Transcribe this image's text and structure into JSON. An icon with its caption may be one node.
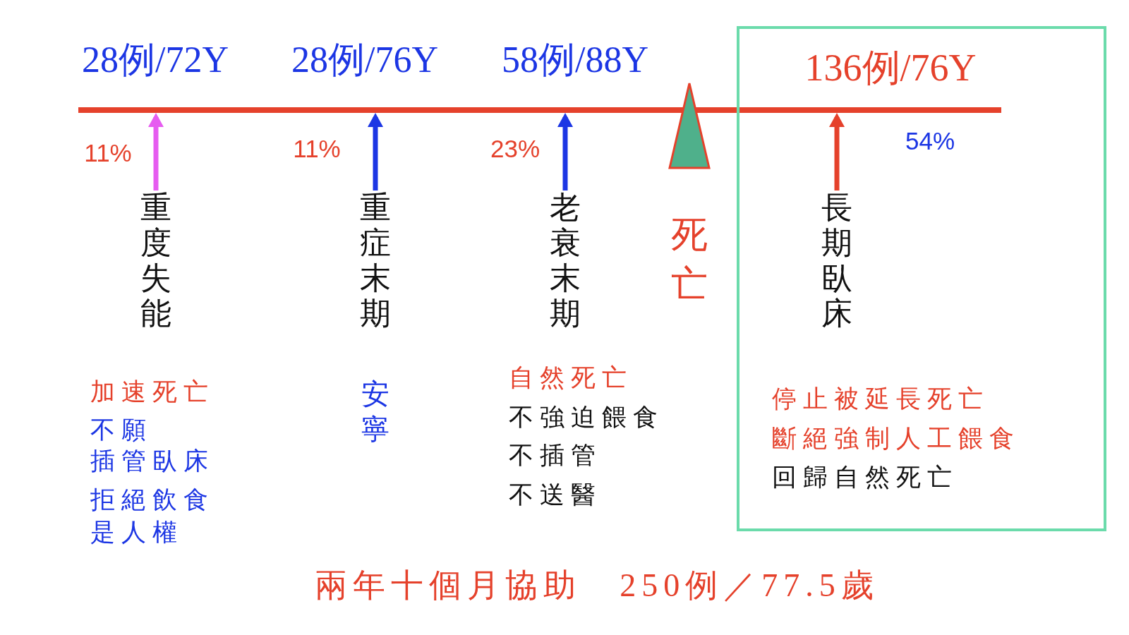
{
  "diagram": {
    "caption": "兩年十個月協助　250例／77.5歲",
    "nodes": [
      {
        "text": [],
        "shape": "bar"
      },
      {
        "text": [
          "重度失能"
        ]
      },
      {
        "text": [
          "重症末期"
        ]
      },
      {
        "text": [
          "老衰末期"
        ]
      },
      {
        "text": [
          "136例/76Y",
          "54%",
          "停止被延長死亡",
          "斷絕強制人工餵食",
          "回歸自然死亡"
        ]
      },
      {
        "text": [
          "長期臥床"
        ],
        "in": 4
      }
    ],
    "edges": [
      {
        "from": 1,
        "to": 0,
        "arrow": "to",
        "color": "#e65cf0"
      },
      {
        "from": 2,
        "to": 0,
        "arrow": "to"
      },
      {
        "from": 3,
        "to": 0,
        "arrow": "to"
      },
      {
        "from": 5,
        "to": 0,
        "arrow": "to",
        "color": "#e5412b"
      }
    ],
    "labels": [
      "28例/72Y",
      "28例/76Y",
      "58例/88Y",
      "11%",
      "11%",
      "23%",
      "死亡",
      "加速死亡",
      "不願插管臥床",
      "拒絕飲食是人權",
      "安寧",
      "自然死亡",
      "不強迫餵食",
      "不插管",
      "不送醫"
    ]
  }
}
